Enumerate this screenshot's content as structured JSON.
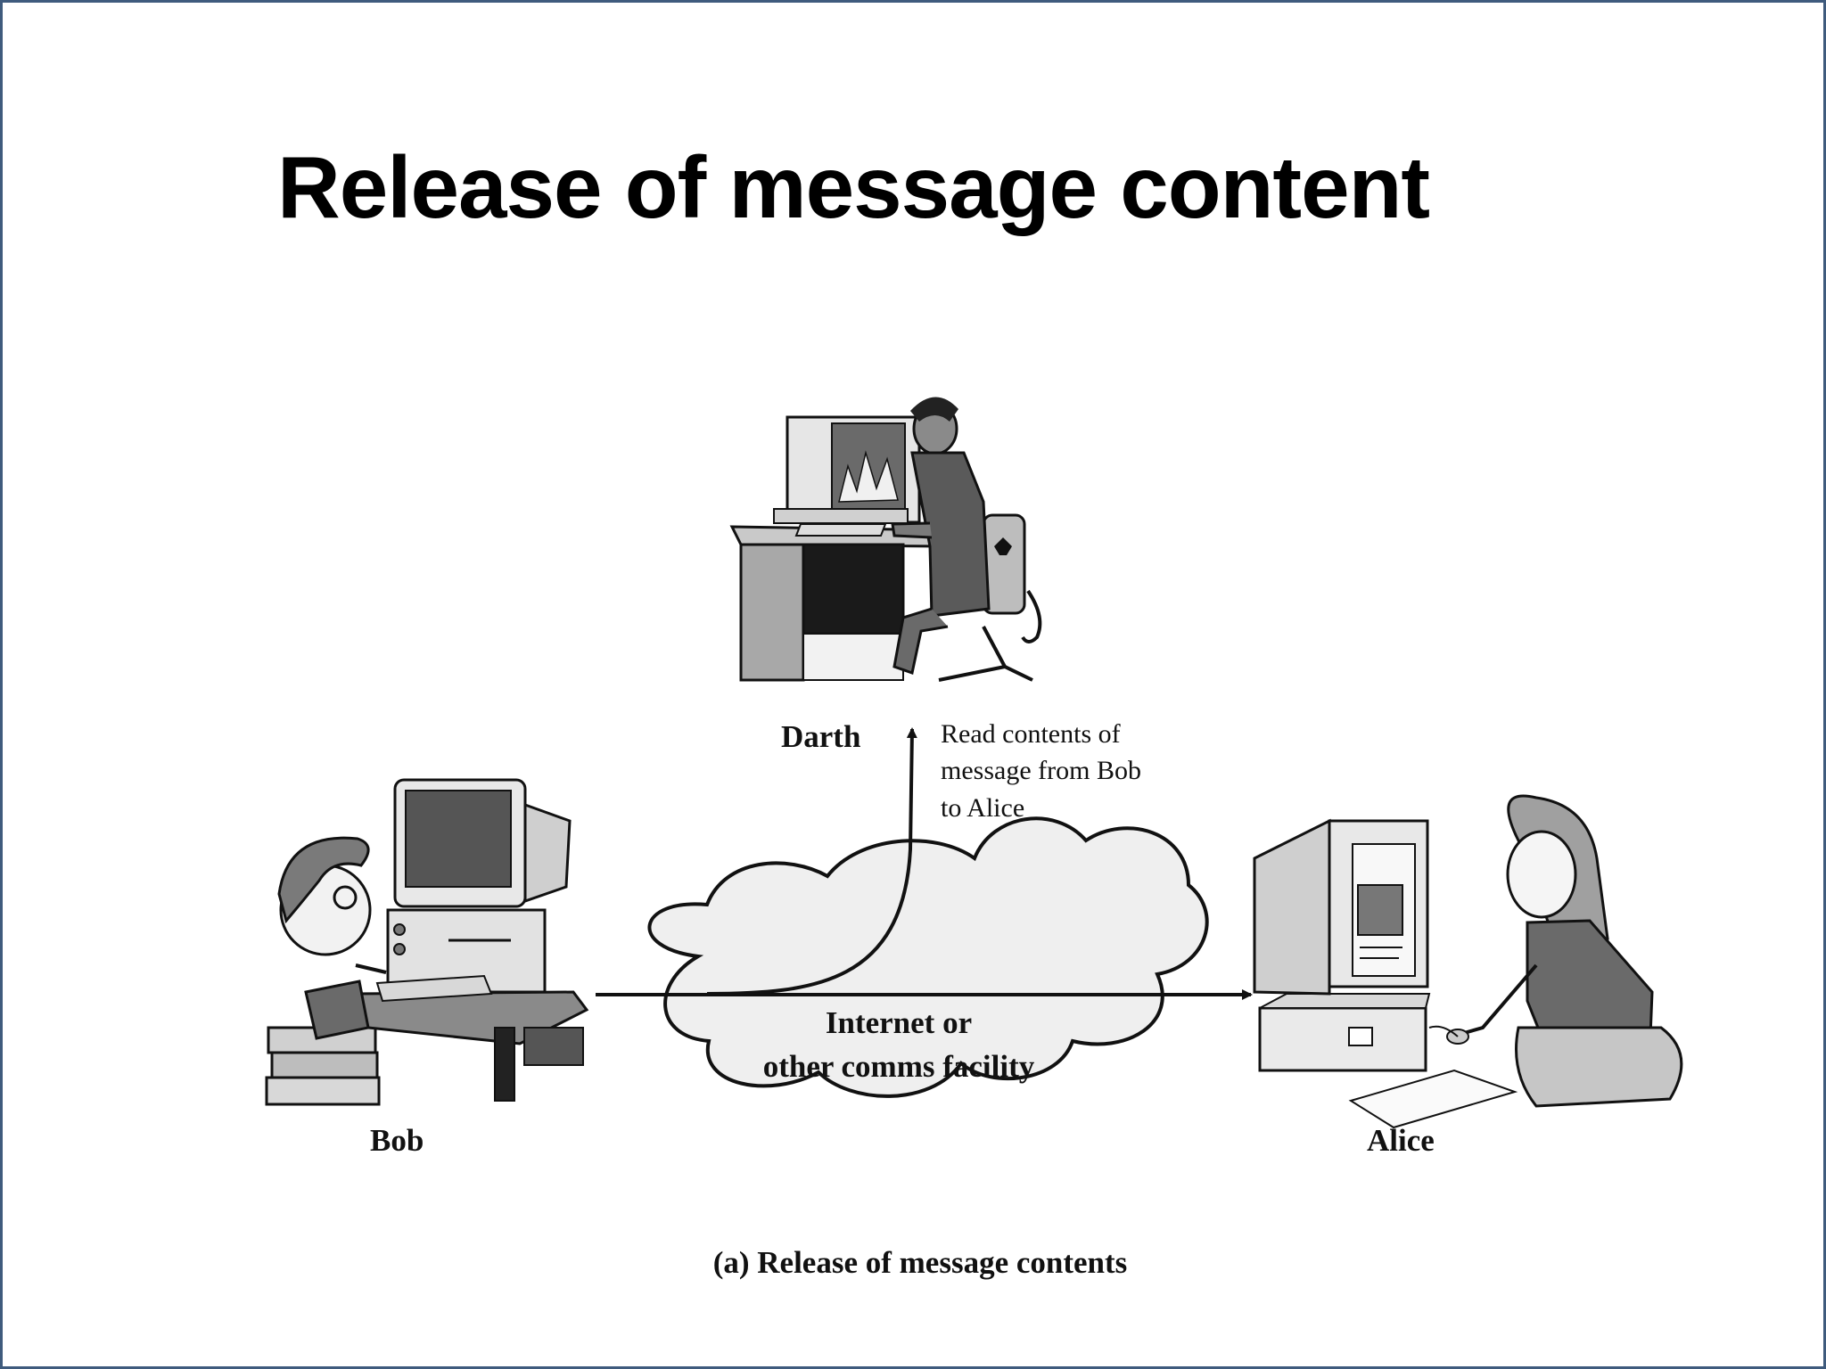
{
  "slide": {
    "title": "Release of message content"
  },
  "diagram": {
    "labels": {
      "darth": "Darth",
      "bob": "Bob",
      "alice": "Alice"
    },
    "annotation": [
      "Read contents of",
      "message from Bob",
      "to Alice"
    ],
    "cloud_label": [
      "Internet or",
      "other comms facility"
    ],
    "caption": "(a) Release of message contents"
  }
}
